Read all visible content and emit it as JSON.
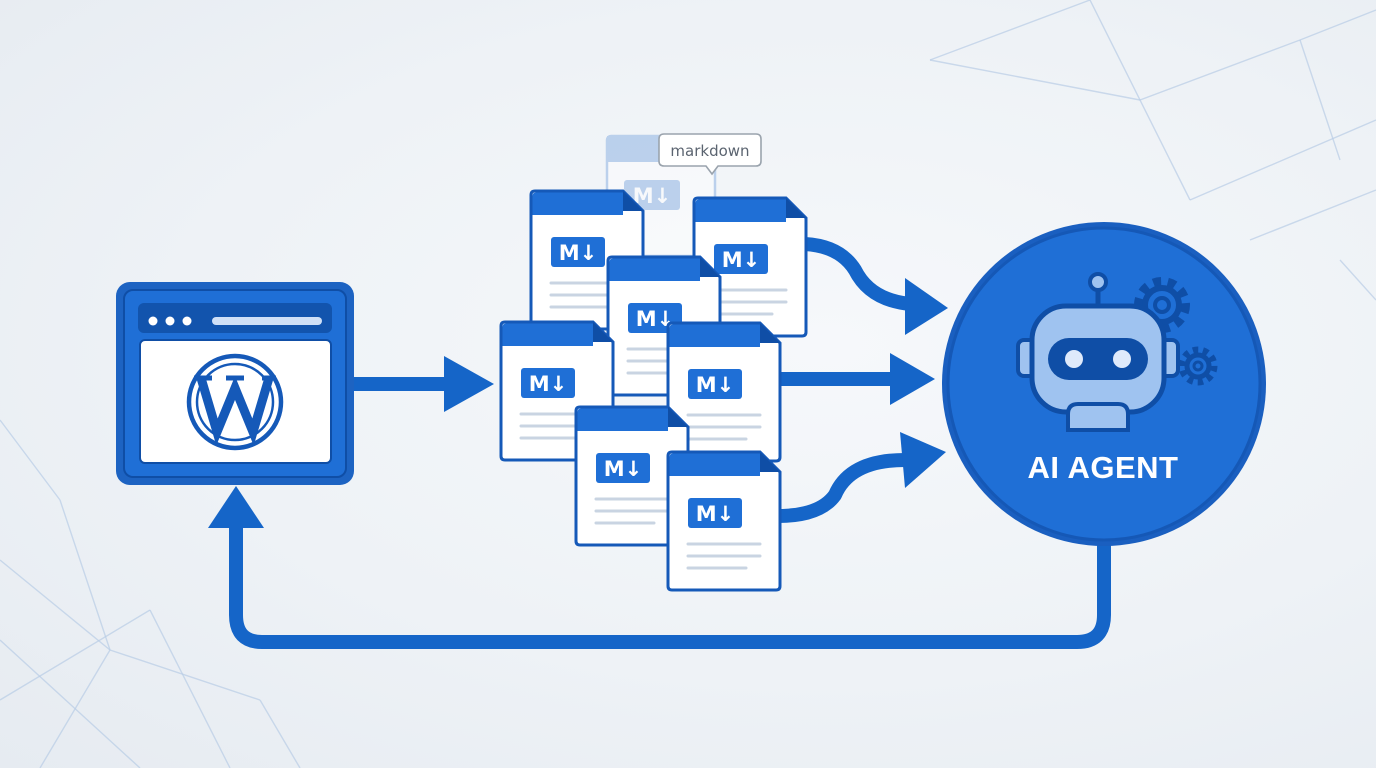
{
  "tag": {
    "label": "markdown"
  },
  "documents": {
    "badge": "M↓"
  },
  "agent": {
    "label": "AI AGENT",
    "icon": "robot-icon"
  },
  "source": {
    "icon": "wordpress-icon"
  },
  "colors": {
    "primary": "#1565c8",
    "accent": "#1f6fd6",
    "dark": "#0f4ea6"
  }
}
